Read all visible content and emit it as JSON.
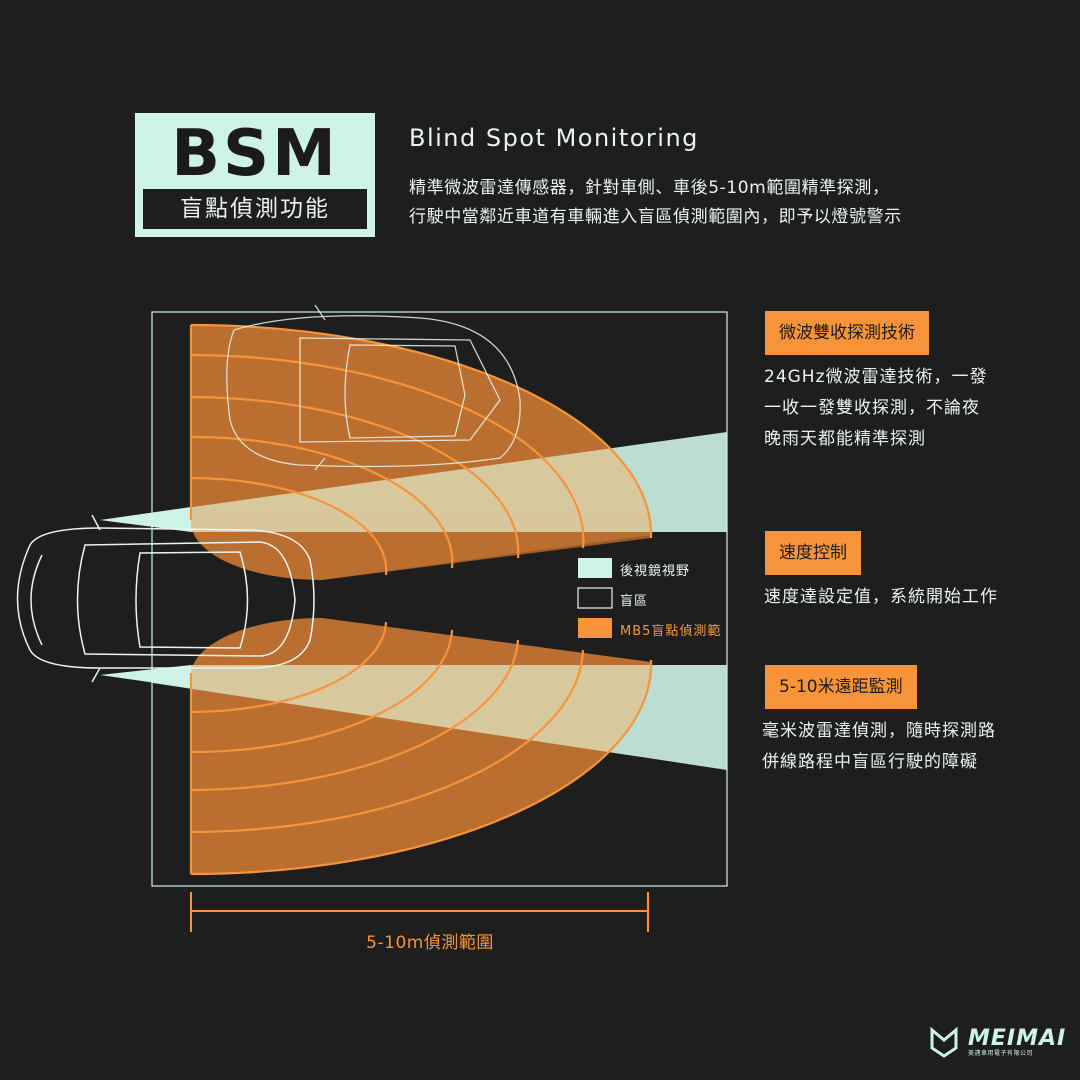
{
  "header": {
    "badge_title": "BSM",
    "badge_subtitle": "盲點偵測功能",
    "title": "Blind Spot Monitoring",
    "desc_lines": [
      "精準微波雷達傳感器，針對車側、車後5-10m範圍精準探測，",
      "行駛中當鄰近車道有車輛進入盲區偵測範圍內，即予以燈號警示"
    ]
  },
  "legend": {
    "items": [
      {
        "label": "後視鏡視野",
        "color": "#cdf3e6"
      },
      {
        "label": "盲區",
        "color": "#1e1e1e"
      },
      {
        "label": "MB5盲點偵測範",
        "color": "#f7943a"
      }
    ]
  },
  "features": [
    {
      "tag": "微波雙收探測技術",
      "lines": [
        "24GHz微波雷達技術，一發",
        "一收一發雙收探測，不論夜",
        "晚雨天都能精準探測"
      ]
    },
    {
      "tag": "速度控制",
      "lines": [
        "速度達設定值，系統開始工作"
      ]
    },
    {
      "tag": "5-10米遠距監測",
      "lines": [
        "毫米波雷達偵測，隨時探測路",
        "併線路程中盲區行駛的障礙"
      ]
    }
  ],
  "range_label": "5-10m偵測範圍",
  "brand": {
    "name": "MEIMAI",
    "subtitle": "美邁車用電子有限公司"
  },
  "colors": {
    "mint": "#cdf3e6",
    "orange": "#f7943a",
    "background": "#1e1e1e",
    "zone_fill": "#9a5a2a"
  }
}
